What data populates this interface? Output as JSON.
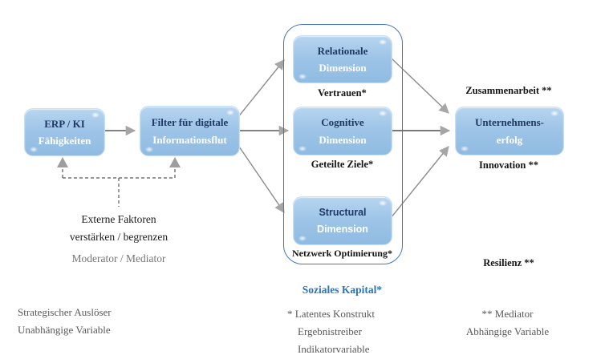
{
  "colors": {
    "node_fill": "#9dc4e7",
    "node_text_dark": "#1f3864",
    "node_text_light": "#ffffff",
    "container_border": "#4377bd",
    "capital_label_blue": "#2e75b6",
    "muted_text": "#595959",
    "arrow_line_gray": "#8c8c8c",
    "arrow_line_dark": "#4d4d4d",
    "arrow_head": "#a6a6a6"
  },
  "nodes": {
    "erp": {
      "line1": "ERP / KI",
      "line2": "Fähigkeiten"
    },
    "filter": {
      "line1": "Filter für digitale",
      "line2": "Informationsflut"
    },
    "relational": {
      "line1": "Relationale",
      "line2": "Dimension"
    },
    "cognitive": {
      "line1": "Cognitive",
      "line2": "Dimension"
    },
    "structural": {
      "line1": "Structural",
      "line2": "Dimension"
    },
    "success": {
      "line1": "Unternehmens-",
      "line2": "erfolg"
    }
  },
  "captions": {
    "relational": "Vertrauen*",
    "cognitive": "Geteilte Ziele*",
    "structural": "Netzwerk Optimierung*",
    "success_top": "Zusammenarbeit **",
    "success_bottom": "Innovation **",
    "success_lower": "Resilienz **",
    "container_label": "Soziales Kapital*"
  },
  "moderator": {
    "line1": "Externe Faktoren",
    "line2": "verstärken / begrenzen",
    "role": "Moderator / Mediator"
  },
  "legend": {
    "left": [
      "Strategischer Auslöser",
      "Unabhängige Variable"
    ],
    "center": [
      "* Latentes Konstrukt",
      "Ergebnistreiber",
      "Indikatorvariable"
    ],
    "right": [
      "** Mediator",
      "Abhängige Variable"
    ]
  }
}
